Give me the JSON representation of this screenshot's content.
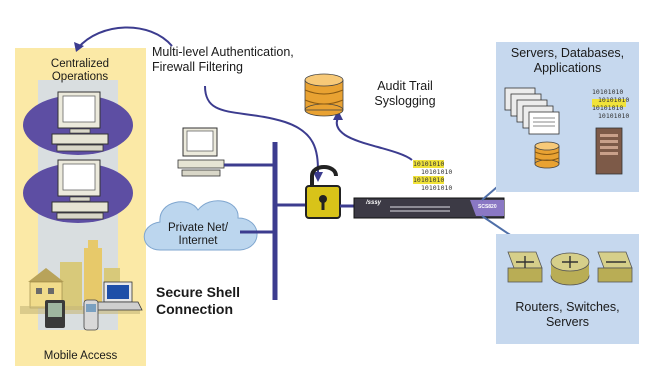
{
  "left_panel": {
    "title": "Centralized Operations",
    "footer": "Mobile Access"
  },
  "labels": {
    "auth": "Multi-level Authentication, Firewall Filtering",
    "audit": "Audit Trail Syslogging",
    "private_net": "Private Net/ Internet",
    "ssh": "Secure Shell Connection"
  },
  "right_top": {
    "title": "Servers, Databases, Applications",
    "binary": [
      "10101010",
      "10101010",
      "10101010",
      "10101010"
    ]
  },
  "packet_binary": [
    "10101010",
    "10101010",
    "10101010",
    "10101010"
  ],
  "right_bottom": {
    "title": "Routers, Switches, Servers"
  },
  "device": {
    "brand": "/sssy",
    "badge": "SCS820"
  },
  "colors": {
    "panel_yellow": "#fbe9a6",
    "panel_blue": "#c6d8ee",
    "ellipse_purple": "#5d4ea3",
    "bus_purple": "#3c3c8f",
    "lock_yellow": "#d8c319",
    "router_yellow": "#cbc06f"
  }
}
